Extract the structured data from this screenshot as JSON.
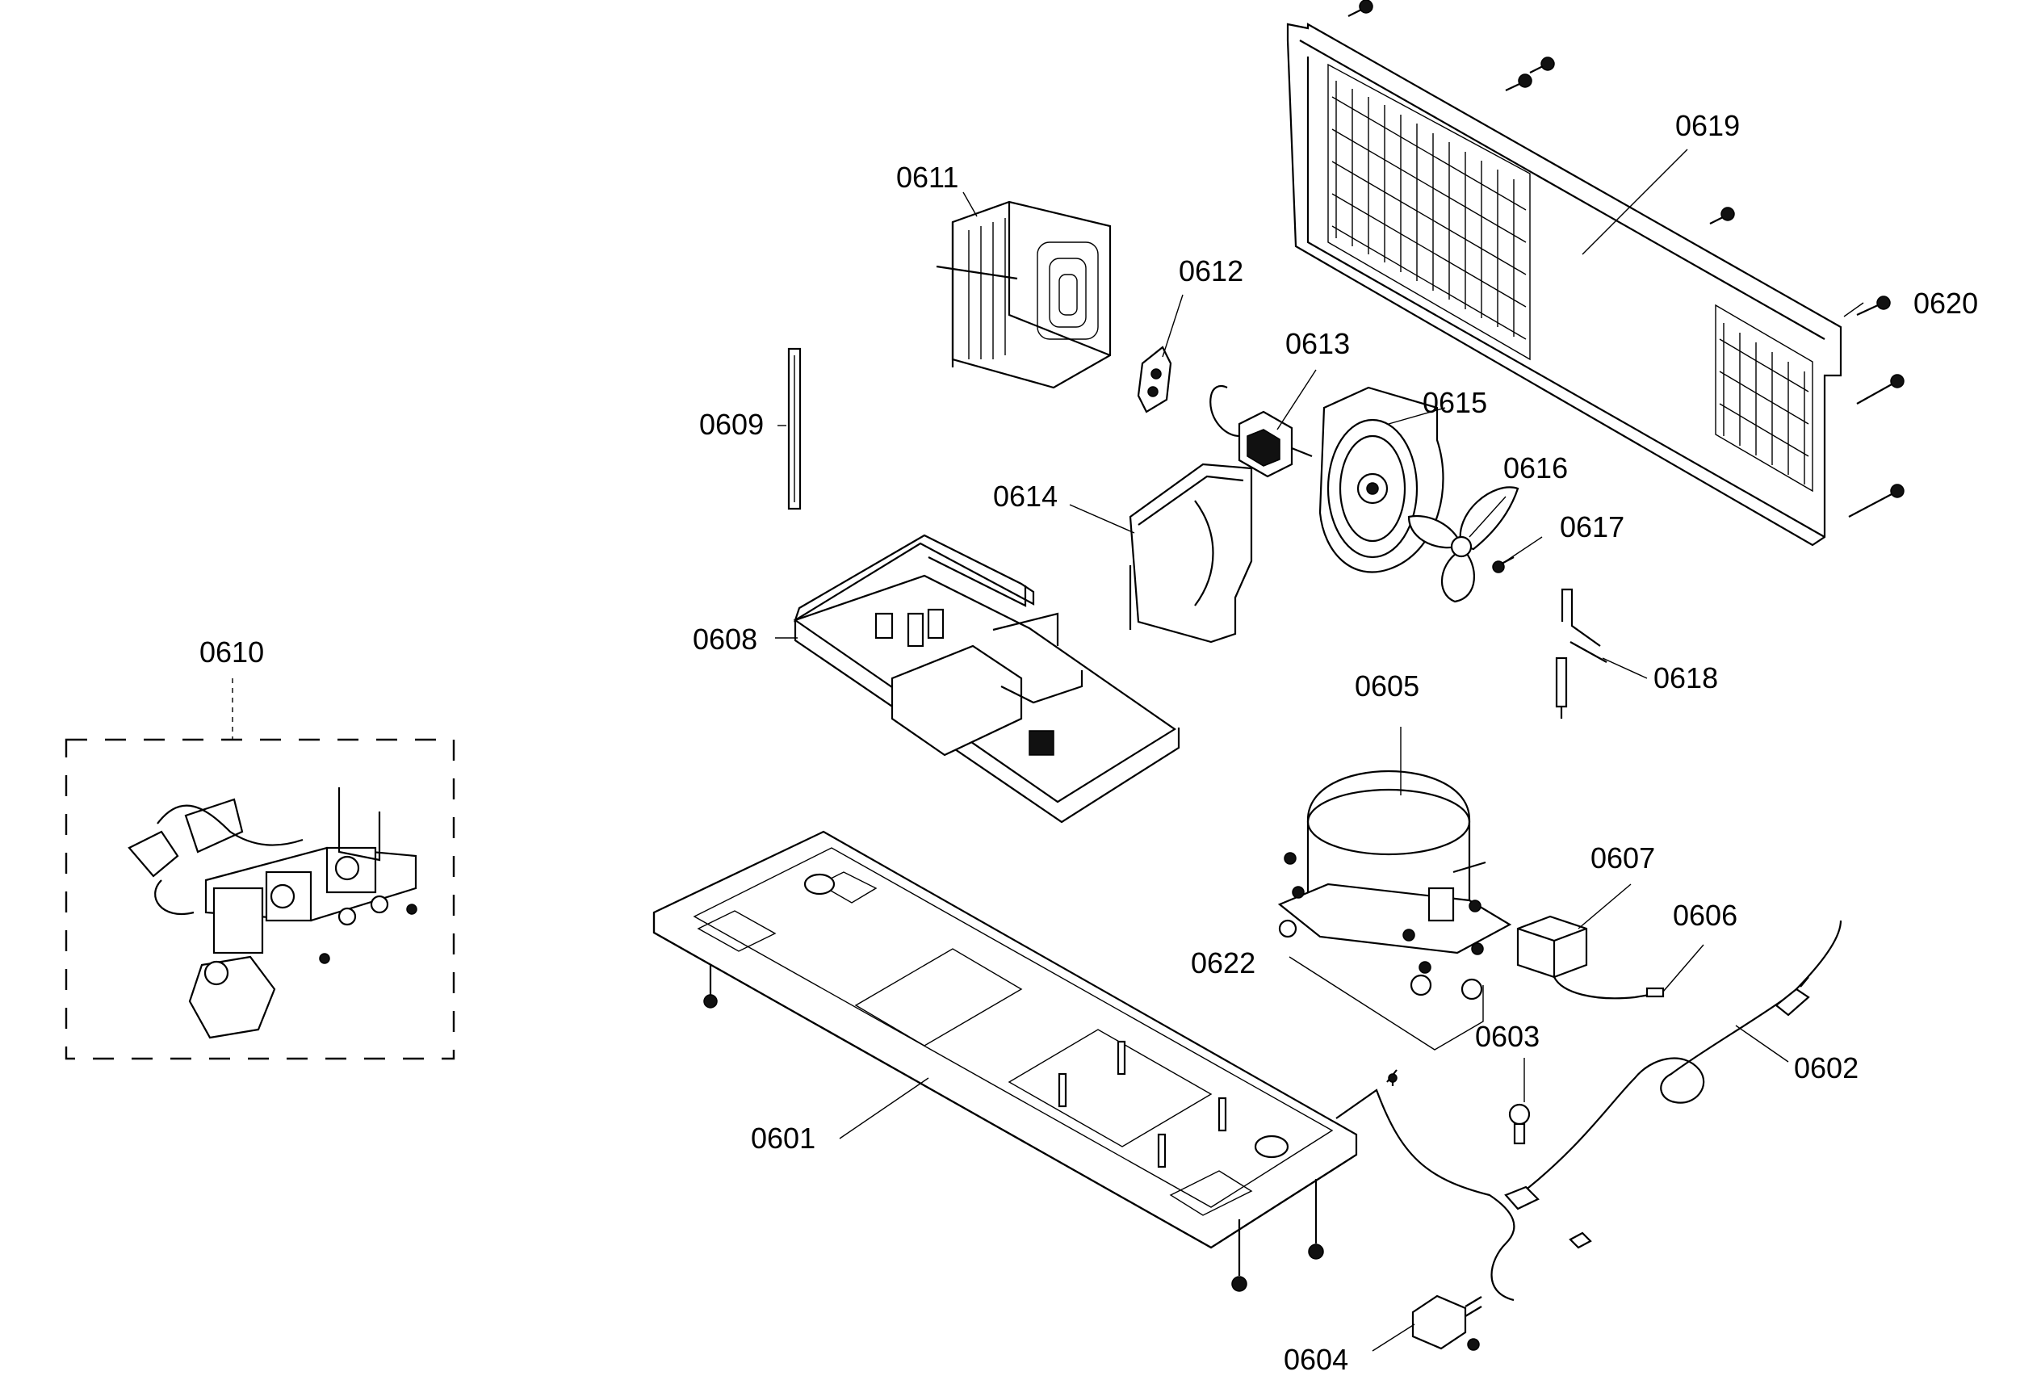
{
  "labels": {
    "p0601": "0601",
    "p0602": "0602",
    "p0603": "0603",
    "p0604": "0604",
    "p0605": "0605",
    "p0606": "0606",
    "p0607": "0607",
    "p0608": "0608",
    "p0609": "0609",
    "p0610": "0610",
    "p0611": "0611",
    "p0612": "0612",
    "p0613": "0613",
    "p0614": "0614",
    "p0615": "0615",
    "p0616": "0616",
    "p0617": "0617",
    "p0618": "0618",
    "p0619": "0619",
    "p0620": "0620",
    "p0622": "0622"
  }
}
